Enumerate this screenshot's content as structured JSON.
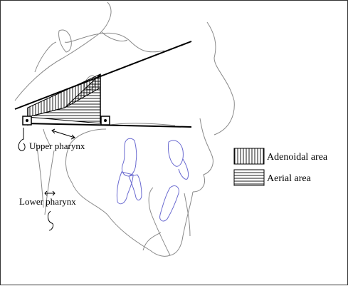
{
  "labels": {
    "upper_pharynx": "Upper pharynx",
    "lower_pharynx": "Lower pharynx"
  },
  "legend": {
    "position": "right",
    "items": [
      {
        "label": "Adenoidal area",
        "pattern": "vertical-hatch"
      },
      {
        "label": "Aerial area",
        "pattern": "horizontal-hatch"
      }
    ]
  },
  "colors": {
    "line": "#000000",
    "soft_tissue": "#8a8a8a",
    "teeth": "#6a6ad0",
    "border": "#333333"
  }
}
